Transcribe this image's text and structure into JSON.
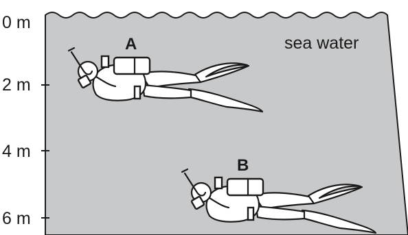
{
  "depth_axis": {
    "labels": [
      {
        "text": "0 m",
        "depth_m": 0
      },
      {
        "text": "2 m",
        "depth_m": 2
      },
      {
        "text": "4 m",
        "depth_m": 4
      },
      {
        "text": "6 m",
        "depth_m": 6
      }
    ]
  },
  "water_label": "sea water",
  "divers": [
    {
      "id": "A",
      "label": "A"
    },
    {
      "id": "B",
      "label": "B"
    }
  ],
  "colors": {
    "water": "#c8c9cb",
    "line": "#1a1a1a",
    "diver_fill": "#ffffff"
  }
}
